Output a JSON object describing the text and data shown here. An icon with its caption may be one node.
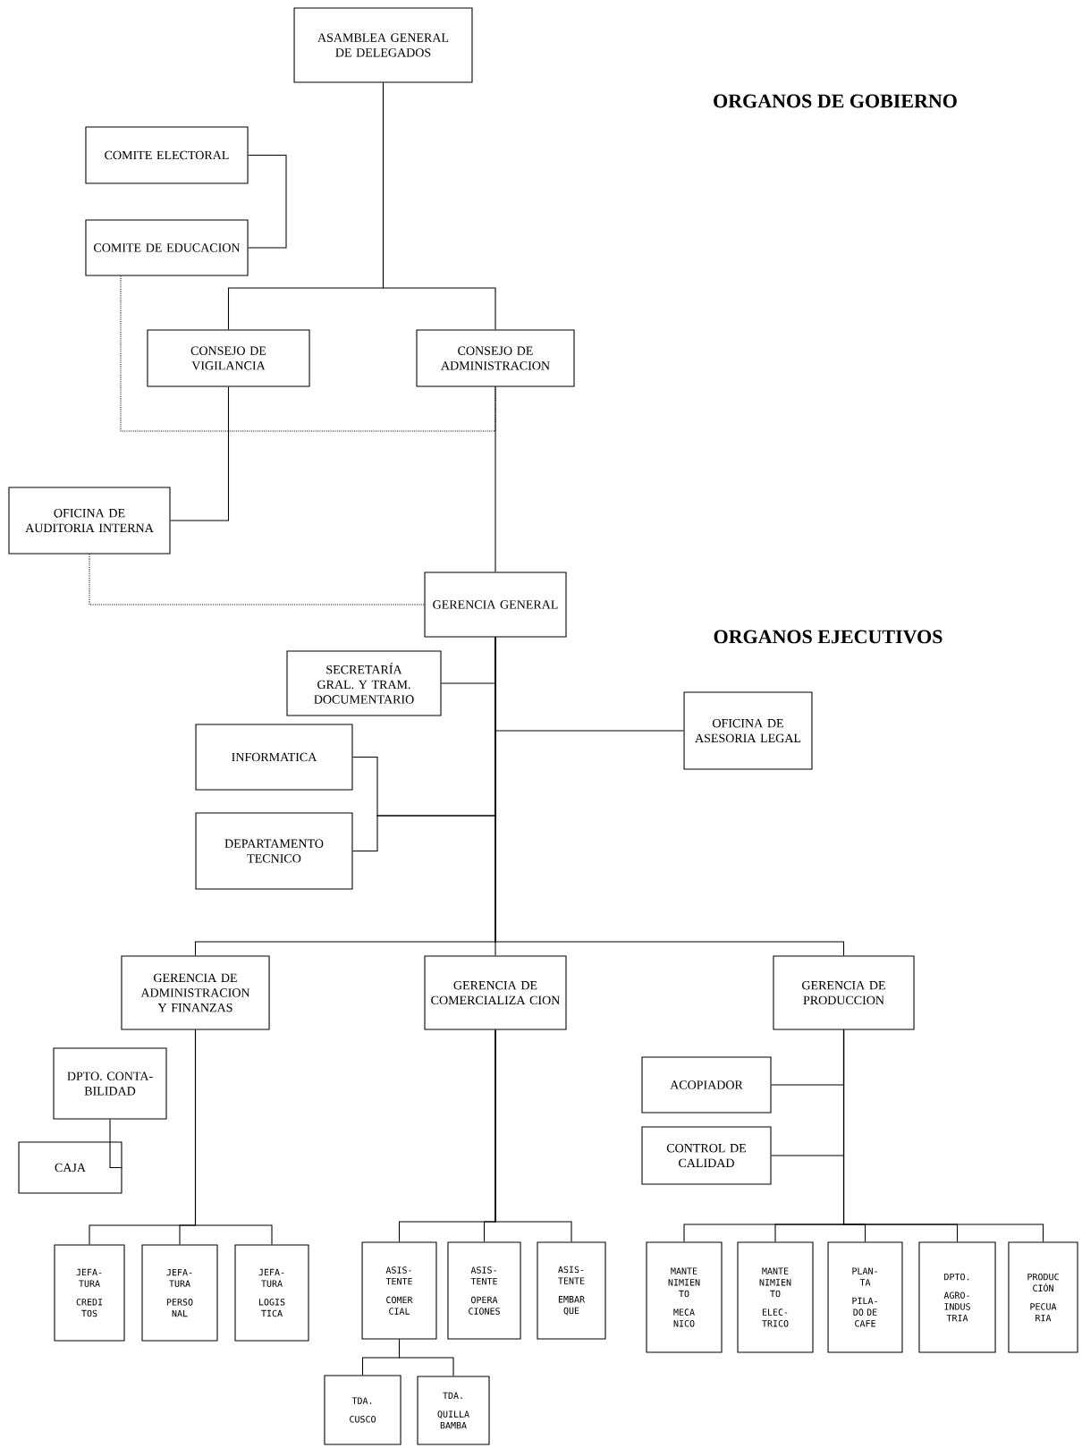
{
  "diagram": {
    "nodes": [
      {
        "text": [
          "ASAMBLEA GENERAL DE DELEGADOS"
        ]
      },
      {
        "text": [
          "COMITE ELECTORAL"
        ]
      },
      {
        "text": [
          "COMITE DE EDUCACION"
        ]
      },
      {
        "text": [
          "CONSEJO DE VIGILANCIA"
        ]
      },
      {
        "text": [
          "CONSEJO DE ADMINISTRACION"
        ]
      },
      {
        "text": [
          "OFICINA DE AUDITORIA INTERNA"
        ]
      },
      {
        "text": [
          "GERENCIA GENERAL"
        ]
      },
      {
        "text": [
          "SECRETARÍA GRAL. Y TRAM. DOCUMENTARIO"
        ]
      },
      {
        "text": [
          "OFICINA DE ASESORIA LEGAL"
        ]
      },
      {
        "text": [
          "INFORMATICA"
        ]
      },
      {
        "text": [
          "DEPARTAMENTO TECNICO"
        ]
      },
      {
        "text": [
          "GERENCIA DE ADMINISTRACION Y FINANZAS"
        ]
      },
      {
        "text": [
          "GERENCIA DE COMERCIALIZA CION"
        ]
      },
      {
        "text": [
          "GERENCIA DE PRODUCCION"
        ]
      },
      {
        "text": [
          "DPTO. CONTA- BILIDAD"
        ]
      },
      {
        "text": [
          "CAJA"
        ]
      },
      {
        "text": [
          "ACOPIADOR"
        ]
      },
      {
        "text": [
          "CONTROL DE CALIDAD"
        ]
      },
      {
        "text": [
          "JEFA- TURA",
          "CREDI TOS"
        ]
      },
      {
        "text": [
          "JEFA- TURA",
          "PERSO NAL"
        ]
      },
      {
        "text": [
          "JEFA- TURA",
          "LOGIS TICA"
        ]
      },
      {
        "text": [
          "ASIS- TENTE",
          "COMER CIAL"
        ]
      },
      {
        "text": [
          "ASIS- TENTE",
          "OPERA CIONES"
        ]
      },
      {
        "text": [
          "ASIS- TENTE",
          "EMBAR QUE"
        ]
      },
      {
        "text": [
          "TDA.",
          "CUSCO"
        ]
      },
      {
        "text": [
          "TDA.",
          "QUILLA BAMBA"
        ]
      },
      {
        "text": [
          "MANTE NIMIEN TO",
          "MECA NICO"
        ]
      },
      {
        "text": [
          "MANTE NIMIEN TO",
          "ELEC- TRICO"
        ]
      },
      {
        "text": [
          "PLAN- TA",
          "PILA- DO DE CAFE"
        ]
      },
      {
        "text": [
          "DPTO.",
          "AGRO- INDUS TRIA"
        ]
      },
      {
        "text": [
          "PRODUC CIÓN",
          "PECUA RIA"
        ]
      }
    ],
    "edges": [
      {
        "from": 0,
        "to": 3,
        "arrow": "none"
      },
      {
        "from": 0,
        "to": 4,
        "arrow": "none"
      },
      {
        "from": 1,
        "to": 2,
        "arrow": "none"
      },
      {
        "from": 2,
        "to": 4,
        "arrow": "none",
        "style": "dashed"
      },
      {
        "from": 3,
        "to": 5,
        "arrow": "none"
      },
      {
        "from": 4,
        "to": 6,
        "arrow": "none"
      },
      {
        "from": 5,
        "to": 6,
        "arrow": "none",
        "style": "dashed"
      },
      {
        "from": 6,
        "to": 7,
        "arrow": "none"
      },
      {
        "from": 6,
        "to": 8,
        "arrow": "none"
      },
      {
        "from": 6,
        "to": 9,
        "arrow": "none"
      },
      {
        "from": 6,
        "to": 10,
        "arrow": "none"
      },
      {
        "from": 6,
        "to": 11,
        "arrow": "none"
      },
      {
        "from": 6,
        "to": 12,
        "arrow": "none"
      },
      {
        "from": 6,
        "to": 13,
        "arrow": "none"
      },
      {
        "from": 14,
        "to": 15,
        "arrow": "none"
      },
      {
        "from": 11,
        "to": 18,
        "arrow": "none"
      },
      {
        "from": 11,
        "to": 19,
        "arrow": "none"
      },
      {
        "from": 11,
        "to": 20,
        "arrow": "none"
      },
      {
        "from": 12,
        "to": 21,
        "arrow": "none"
      },
      {
        "from": 12,
        "to": 22,
        "arrow": "none"
      },
      {
        "from": 12,
        "to": 23,
        "arrow": "none"
      },
      {
        "from": 21,
        "to": 24,
        "arrow": "none"
      },
      {
        "from": 21,
        "to": 25,
        "arrow": "none"
      },
      {
        "from": 13,
        "to": 16,
        "arrow": "none"
      },
      {
        "from": 13,
        "to": 17,
        "arrow": "none"
      },
      {
        "from": 13,
        "to": 26,
        "arrow": "none"
      },
      {
        "from": 13,
        "to": 27,
        "arrow": "none"
      },
      {
        "from": 13,
        "to": 28,
        "arrow": "none"
      },
      {
        "from": 13,
        "to": 29,
        "arrow": "none"
      },
      {
        "from": 13,
        "to": 30,
        "arrow": "none"
      }
    ],
    "labels": [
      "ORGANOS DE GOBIERNO",
      "ORGANOS EJECUTIVOS"
    ]
  }
}
